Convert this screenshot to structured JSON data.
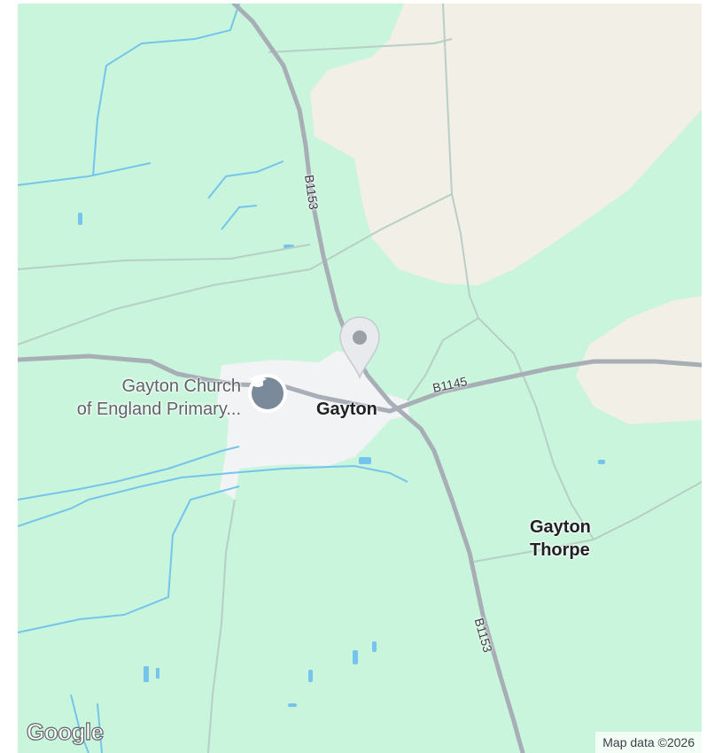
{
  "map": {
    "colors": {
      "land": "#c9f5dc",
      "farmland": "#f2efe6",
      "urban": "#f1f3f4",
      "road": "#a7aeb6",
      "minor_road": "#b7cfc4",
      "water": "#75c4ec"
    },
    "places": {
      "village": "Gayton",
      "hamlet": "Gayton Thorpe"
    },
    "poi": {
      "name_line1": "Gayton Church",
      "name_line2": "of England Primary...",
      "icon": "school-icon"
    },
    "roads": {
      "north": "B1153",
      "east": "B1145",
      "south": "B1153"
    },
    "attribution": "Map data ©2026",
    "logo": "Google"
  }
}
